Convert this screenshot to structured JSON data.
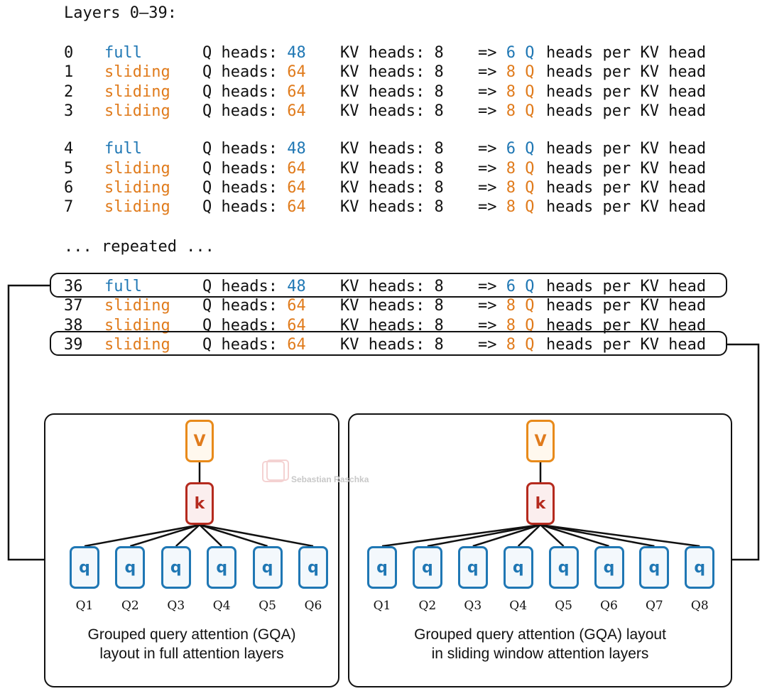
{
  "header": "Layers 0–39:",
  "labels": {
    "q_prefix": "Q heads: ",
    "kv_prefix": "KV heads: ",
    "arrow": "=> ",
    "q_letter": "Q",
    "tail": "heads per KV head",
    "repeated": "... repeated ..."
  },
  "layers_top": [
    {
      "idx": "0",
      "type": "full",
      "q": "48",
      "kv": "8",
      "ratio": "6"
    },
    {
      "idx": "1",
      "type": "sliding",
      "q": "64",
      "kv": "8",
      "ratio": "8"
    },
    {
      "idx": "2",
      "type": "sliding",
      "q": "64",
      "kv": "8",
      "ratio": "8"
    },
    {
      "idx": "3",
      "type": "sliding",
      "q": "64",
      "kv": "8",
      "ratio": "8"
    },
    {
      "idx": "4",
      "type": "full",
      "q": "48",
      "kv": "8",
      "ratio": "6"
    },
    {
      "idx": "5",
      "type": "sliding",
      "q": "64",
      "kv": "8",
      "ratio": "8"
    },
    {
      "idx": "6",
      "type": "sliding",
      "q": "64",
      "kv": "8",
      "ratio": "8"
    },
    {
      "idx": "7",
      "type": "sliding",
      "q": "64",
      "kv": "8",
      "ratio": "8"
    }
  ],
  "layers_bottom": [
    {
      "idx": "36",
      "type": "full",
      "q": "48",
      "kv": "8",
      "ratio": "6"
    },
    {
      "idx": "37",
      "type": "sliding",
      "q": "64",
      "kv": "8",
      "ratio": "8"
    },
    {
      "idx": "38",
      "type": "sliding",
      "q": "64",
      "kv": "8",
      "ratio": "8"
    },
    {
      "idx": "39",
      "type": "sliding",
      "q": "64",
      "kv": "8",
      "ratio": "8"
    }
  ],
  "colors": {
    "full": "#1f77b4",
    "sliding": "#e07b1c",
    "v": "#e88a1a",
    "k": "#b52a1e",
    "q": "#1f77b4"
  },
  "left_panel": {
    "v": "V",
    "k": "k",
    "q": "q",
    "q_labels": [
      "Q1",
      "Q2",
      "Q3",
      "Q4",
      "Q5",
      "Q6"
    ],
    "caption_line1": "Grouped query attention (GQA)",
    "caption_line2": "layout in full attention layers"
  },
  "right_panel": {
    "v": "V",
    "k": "k",
    "q": "q",
    "q_labels": [
      "Q1",
      "Q2",
      "Q3",
      "Q4",
      "Q5",
      "Q6",
      "Q7",
      "Q8"
    ],
    "caption_line1": "Grouped query attention (GQA) layout",
    "caption_line2": "in sliding window attention layers"
  },
  "watermark": "Sebastian Raschka"
}
